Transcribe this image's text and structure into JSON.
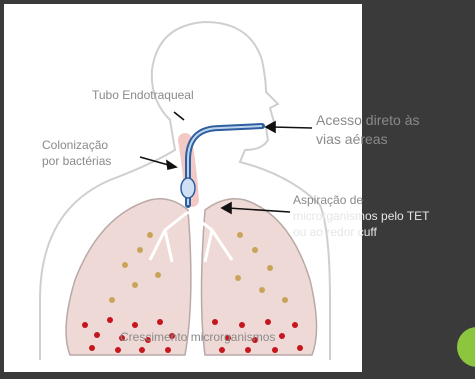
{
  "labels": {
    "tube": "Tubo Endotraqueal",
    "colonization_line1": "Colonização",
    "colonization_line2": "por bactérias",
    "direct_access_line1": "Acesso direto às",
    "direct_access_line2": "vias aéreas",
    "aspiration_line1": "Aspiração de",
    "aspiration_line2": "microrganismos pelo TET",
    "aspiration_line3": "ou ao redor cuff",
    "growth": "Crescimento microrganismos"
  },
  "colors": {
    "background": "#3a3a3a",
    "panel": "#ffffff",
    "lung_fill": "#efd9d6",
    "tube": "#2f5e9e",
    "bacteria": "#c4161c",
    "accent_dot": "#8cc63f"
  }
}
